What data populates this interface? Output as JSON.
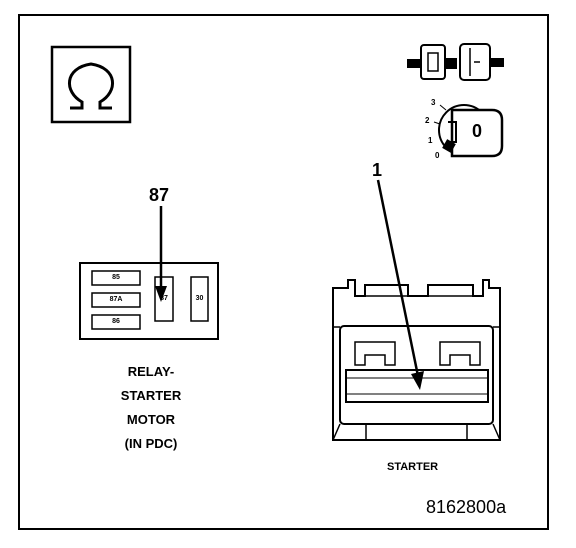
{
  "callouts": {
    "pin_87": "87",
    "starter_item": "1"
  },
  "relay": {
    "pins": [
      "85",
      "87A",
      "86",
      "87",
      "30"
    ],
    "caption_lines": [
      "RELAY-",
      "STARTER",
      "MOTOR",
      "(IN PDC)"
    ]
  },
  "ignition": {
    "positions": [
      "3",
      "2",
      "1",
      "0"
    ],
    "key_label": "0"
  },
  "starter_caption": "STARTER",
  "figure_id": "8162800a"
}
